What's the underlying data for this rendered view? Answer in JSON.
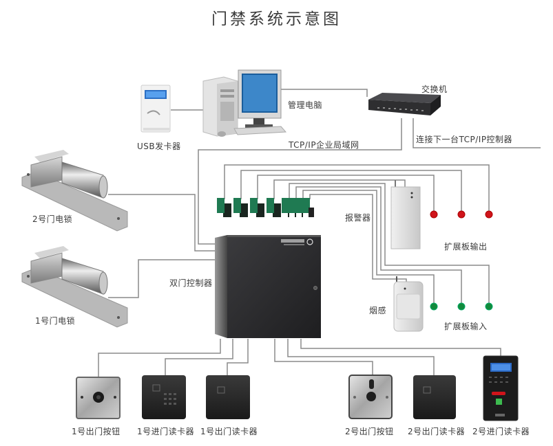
{
  "title": "门禁系统示意图",
  "labels": {
    "usb_card_issuer": "USB发卡器",
    "management_pc": "管理电脑",
    "switch": "交换机",
    "lan": "TCP/IP企业局域网",
    "next_controller": "连接下一台TCP/IP控制器",
    "door2_lock": "2号门电锁",
    "door1_lock": "1号门电锁",
    "dual_door_controller": "双门控制器",
    "alarm": "报警器",
    "smoke_detector": "烟感",
    "expansion_output": "扩展板输出",
    "expansion_input": "扩展板输入",
    "door1_exit_button": "1号出门按钮",
    "door1_entry_reader": "1号进门读卡器",
    "door1_exit_reader": "1号出门读卡器",
    "door2_exit_button": "2号出门按钮",
    "door2_exit_reader": "2号出门读卡器",
    "door2_entry_reader": "2号进门读卡器"
  },
  "colors": {
    "wire": "#8a8a8a",
    "output_indicator": "#d0141b",
    "input_indicator": "#138a3c",
    "terminal_block": "#1f7a52",
    "controller_box": "#2e2e30"
  }
}
